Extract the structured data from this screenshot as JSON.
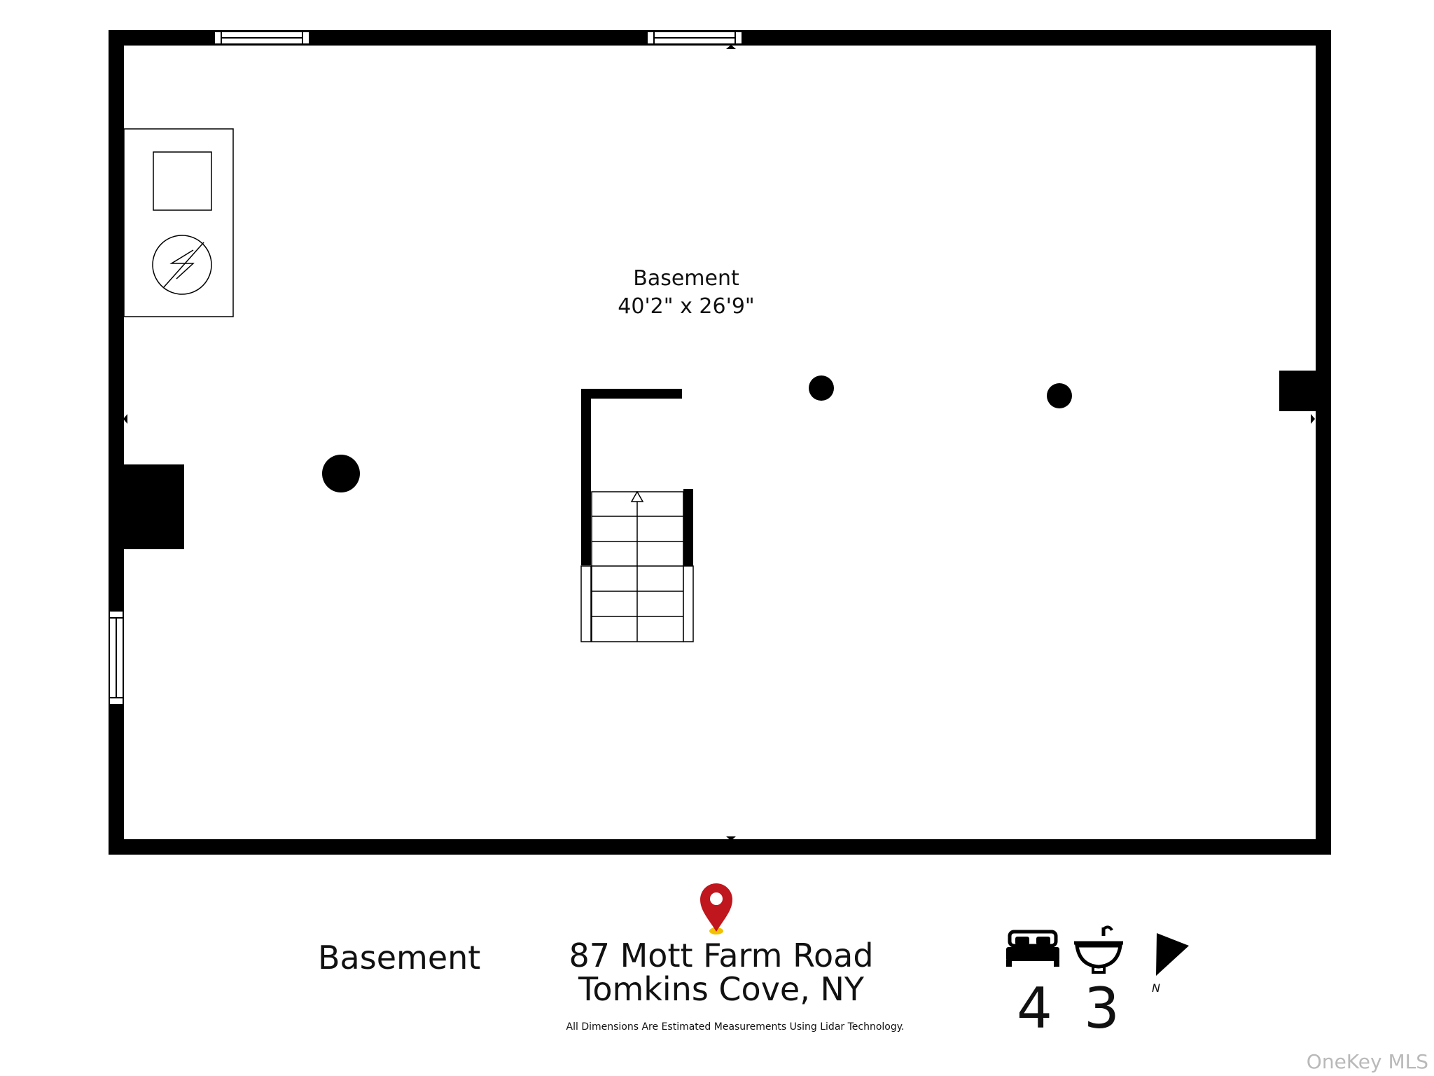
{
  "room": {
    "name": "Basement",
    "dimensions": "40'2\" x 26'9\""
  },
  "footer": {
    "floor_label": "Basement",
    "address_line1": "87 Mott Farm Road",
    "address_line2": "Tomkins Cove, NY",
    "disclaimer": "All Dimensions Are Estimated Measurements Using Lidar Technology.",
    "beds": "4",
    "baths": "3",
    "compass_label": "N"
  },
  "icons": {
    "pin": "location-pin-icon",
    "bed": "bed-icon",
    "bath": "sink-icon",
    "compass": "north-arrow-icon"
  },
  "colors": {
    "wall": "#000000",
    "pin": "#c0161d",
    "pin_base": "#f2c200",
    "watermark": "#b9b9b9"
  },
  "watermark": "OneKey MLS"
}
